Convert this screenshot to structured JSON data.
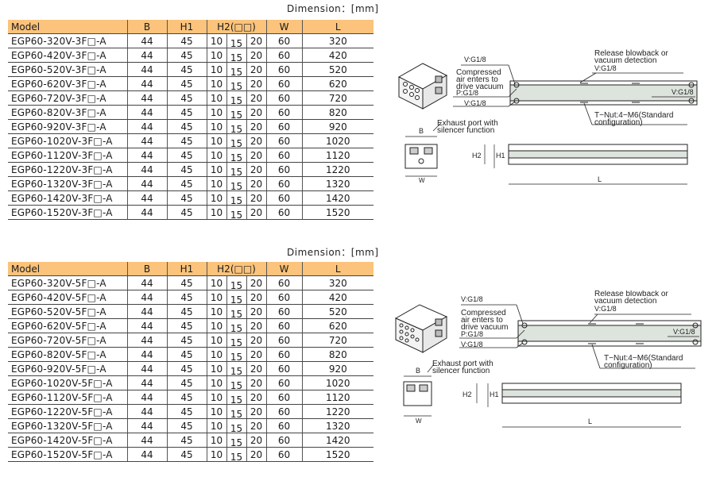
{
  "sections": [
    {
      "dimension_note": "Dimension：[mm]",
      "headers": [
        "Model",
        "B",
        "H1",
        "H2(□□)",
        "W",
        "L"
      ],
      "rows": [
        [
          "EGP60-320V-3F□-A",
          "44",
          "45",
          "10",
          "15",
          "20",
          "60",
          "320"
        ],
        [
          "EGP60-420V-3F□-A",
          "44",
          "45",
          "10",
          "15",
          "20",
          "60",
          "420"
        ],
        [
          "EGP60-520V-3F□-A",
          "44",
          "45",
          "10",
          "15",
          "20",
          "60",
          "520"
        ],
        [
          "EGP60-620V-3F□-A",
          "44",
          "45",
          "10",
          "15",
          "20",
          "60",
          "620"
        ],
        [
          "EGP60-720V-3F□-A",
          "44",
          "45",
          "10",
          "15",
          "20",
          "60",
          "720"
        ],
        [
          "EGP60-820V-3F□-A",
          "44",
          "45",
          "10",
          "15",
          "20",
          "60",
          "820"
        ],
        [
          "EGP60-920V-3F□-A",
          "44",
          "45",
          "10",
          "15",
          "20",
          "60",
          "920"
        ],
        [
          "EGP60-1020V-3F□-A",
          "44",
          "45",
          "10",
          "15",
          "20",
          "60",
          "1020"
        ],
        [
          "EGP60-1120V-3F□-A",
          "44",
          "45",
          "10",
          "15",
          "20",
          "60",
          "1120"
        ],
        [
          "EGP60-1220V-3F□-A",
          "44",
          "45",
          "10",
          "15",
          "20",
          "60",
          "1220"
        ],
        [
          "EGP60-1320V-3F□-A",
          "44",
          "45",
          "10",
          "15",
          "20",
          "60",
          "1320"
        ],
        [
          "EGP60-1420V-3F□-A",
          "44",
          "45",
          "10",
          "15",
          "20",
          "60",
          "1420"
        ],
        [
          "EGP60-1520V-3F□-A",
          "44",
          "45",
          "10",
          "15",
          "20",
          "60",
          "1520"
        ]
      ],
      "diagram": {
        "release_label_1": "Release blowback or",
        "release_label_2": "vacuum detection",
        "port_top_right": "V:G1/8",
        "port_right": "V:G1/8",
        "port_left_top": "V:G1/8",
        "compressed_1": "Compressed",
        "compressed_2": "air enters to",
        "compressed_3": "drive vacuum",
        "port_p": "P:G1/8",
        "port_left_bottom": "V:G1/8",
        "tnut_1": "T−Nut:4−M6(Standard",
        "tnut_2": "configuration)",
        "exhaust_1": "Exhaust port with",
        "exhaust_2": "silencer function",
        "dim_b": "B",
        "dim_h2": "H2",
        "dim_h1": "H1",
        "dim_w": "W",
        "dim_l": "L"
      }
    },
    {
      "dimension_note": "Dimension：[mm]",
      "headers": [
        "Model",
        "B",
        "H1",
        "H2(□□)",
        "W",
        "L"
      ],
      "rows": [
        [
          "EGP60-320V-5F□-A",
          "44",
          "45",
          "10",
          "15",
          "20",
          "60",
          "320"
        ],
        [
          "EGP60-420V-5F□-A",
          "44",
          "45",
          "10",
          "15",
          "20",
          "60",
          "420"
        ],
        [
          "EGP60-520V-5F□-A",
          "44",
          "45",
          "10",
          "15",
          "20",
          "60",
          "520"
        ],
        [
          "EGP60-620V-5F□-A",
          "44",
          "45",
          "10",
          "15",
          "20",
          "60",
          "620"
        ],
        [
          "EGP60-720V-5F□-A",
          "44",
          "45",
          "10",
          "15",
          "20",
          "60",
          "720"
        ],
        [
          "EGP60-820V-5F□-A",
          "44",
          "45",
          "10",
          "15",
          "20",
          "60",
          "820"
        ],
        [
          "EGP60-920V-5F□-A",
          "44",
          "45",
          "10",
          "15",
          "20",
          "60",
          "920"
        ],
        [
          "EGP60-1020V-5F□-A",
          "44",
          "45",
          "10",
          "15",
          "20",
          "60",
          "1020"
        ],
        [
          "EGP60-1120V-5F□-A",
          "44",
          "45",
          "10",
          "15",
          "20",
          "60",
          "1120"
        ],
        [
          "EGP60-1220V-5F□-A",
          "44",
          "45",
          "10",
          "15",
          "20",
          "60",
          "1220"
        ],
        [
          "EGP60-1320V-5F□-A",
          "44",
          "45",
          "10",
          "15",
          "20",
          "60",
          "1320"
        ],
        [
          "EGP60-1420V-5F□-A",
          "44",
          "45",
          "10",
          "15",
          "20",
          "60",
          "1420"
        ],
        [
          "EGP60-1520V-5F□-A",
          "44",
          "45",
          "10",
          "15",
          "20",
          "60",
          "1520"
        ]
      ],
      "diagram": {
        "release_label_1": "Release blowback or",
        "release_label_2": "vacuum detection",
        "port_top_right": "V:G1/8",
        "port_right": "V:G1/8",
        "port_left_top": "V:G1/8",
        "compressed_1": "Compressed",
        "compressed_2": "air enters to",
        "compressed_3": "drive vacuum",
        "port_p": "P:G1/8",
        "port_left_bottom": "V:G1/8",
        "tnut_1": "T−Nut:4−M6(Standard",
        "tnut_2": "configuration)",
        "exhaust_1": "Exhaust port with",
        "exhaust_2": "silencer function",
        "dim_b": "B",
        "dim_h2": "H2",
        "dim_h1": "H1",
        "dim_w": "W",
        "dim_l": "L"
      }
    }
  ],
  "colors": {
    "header_bg": "#fbc37b",
    "line": "#333333"
  }
}
